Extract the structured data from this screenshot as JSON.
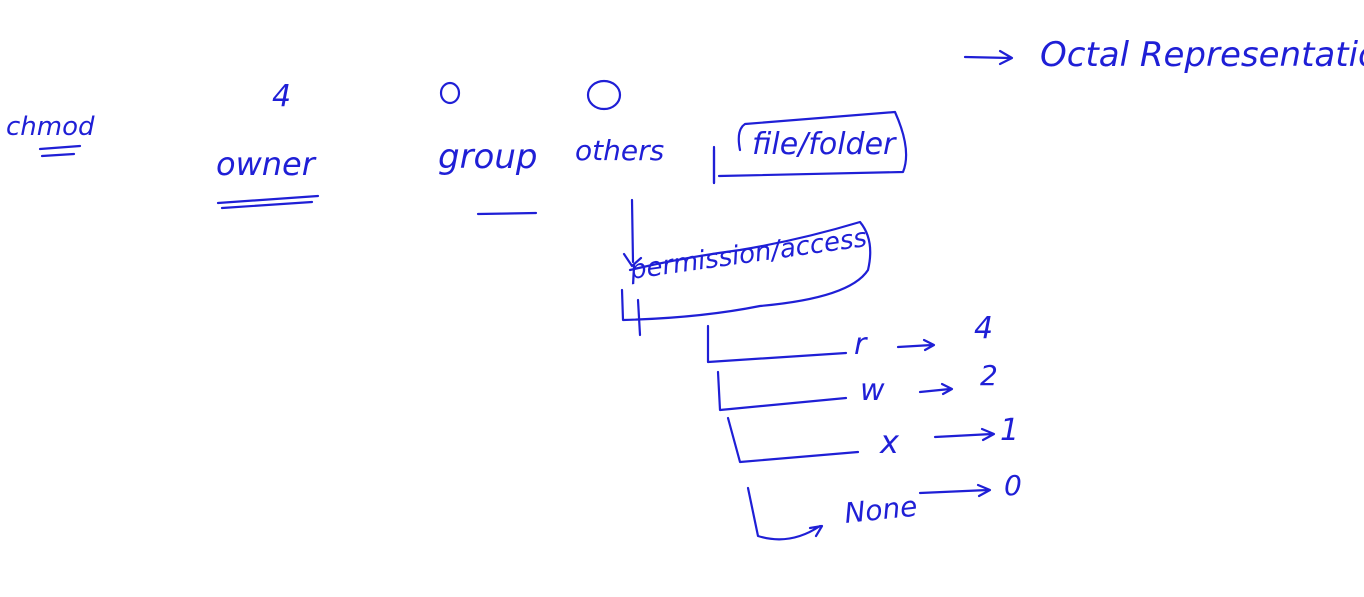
{
  "notes": {
    "command": "chmod",
    "octal_label": "Octal Representation",
    "digits": {
      "owner": "4",
      "group": "0",
      "others": "0"
    },
    "roles": {
      "owner": "owner",
      "group": "group",
      "others": "others"
    },
    "file_folder": "file/folder",
    "permission_access": "permission/access",
    "permissions": [
      {
        "symbol": "r",
        "value": "4"
      },
      {
        "symbol": "w",
        "value": "2"
      },
      {
        "symbol": "x",
        "value": "1"
      },
      {
        "symbol": "None",
        "value": "0"
      }
    ]
  },
  "colors": {
    "ink": "#1f1fd6",
    "background": "#ffffff"
  }
}
